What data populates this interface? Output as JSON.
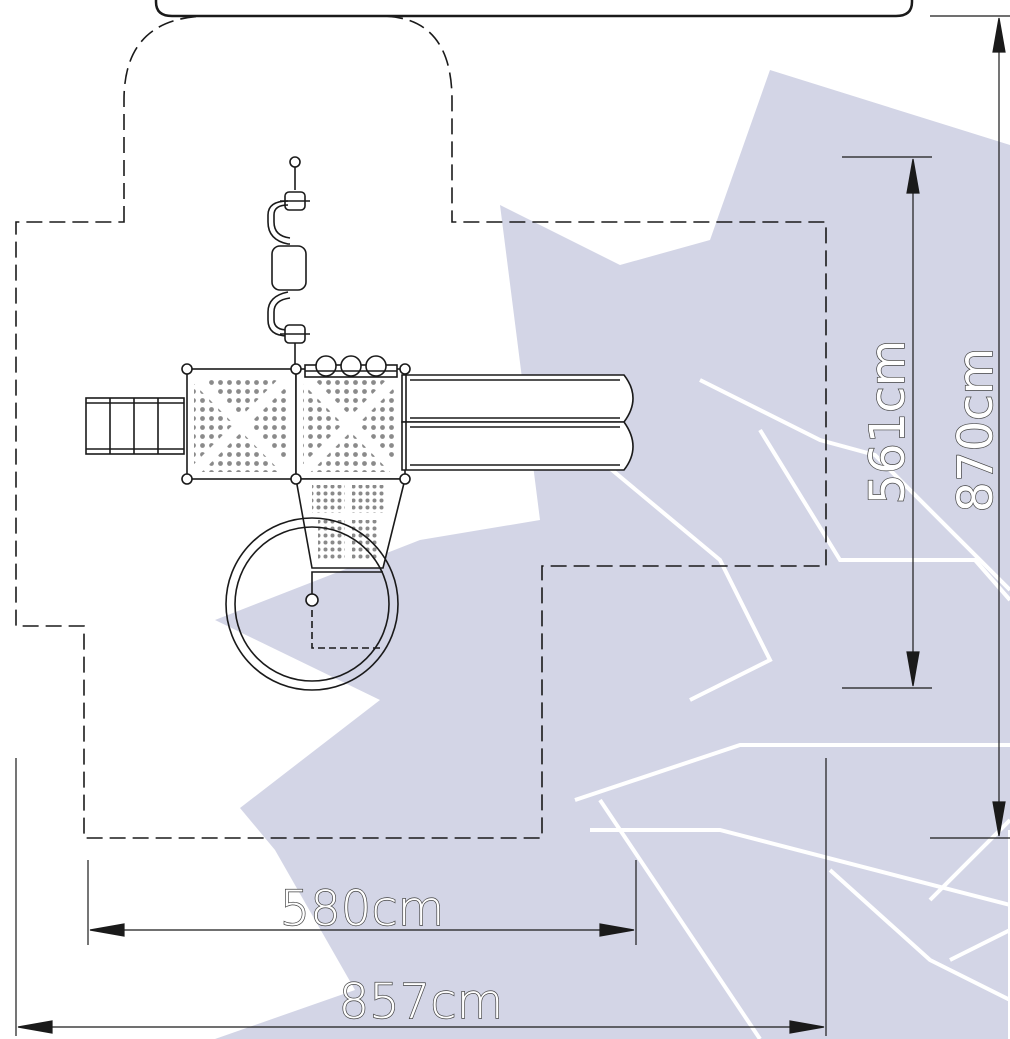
{
  "dimensions": {
    "overall_width": "857cm",
    "equipment_width": "580cm",
    "equipment_depth": "561cm",
    "overall_depth": "870cm"
  },
  "watermark": {
    "color": "#d3d5e6",
    "icon": "maple-leaf-icon"
  },
  "colors": {
    "line": "#1a1a1a",
    "dot": "#8a8a8a",
    "white": "#ffffff"
  }
}
